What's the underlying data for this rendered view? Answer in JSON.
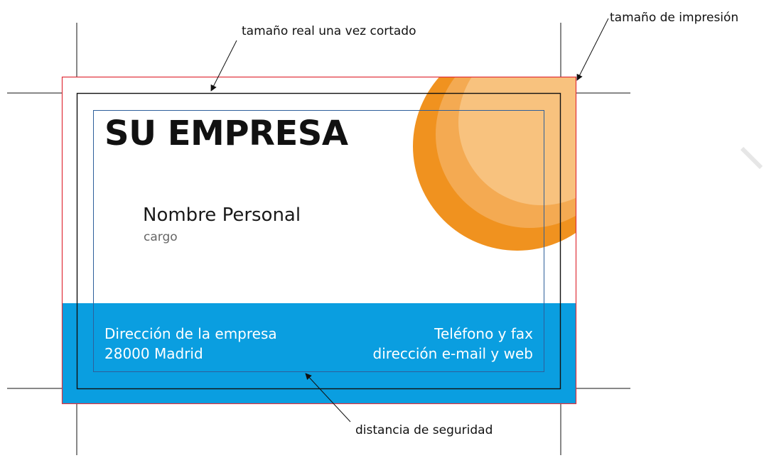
{
  "card": {
    "company": "SU EMPRESA",
    "person_name": "Nombre Personal",
    "person_role": "cargo",
    "address_line1": "Dirección de la empresa",
    "address_line2": "28000 Madrid",
    "contact_line1": "Teléfono y fax",
    "contact_line2": "dirección e-mail y web"
  },
  "annotations": {
    "trim_size": "tamaño real una vez cortado",
    "print_size": "tamaño de impresión",
    "safety_margin": "distancia de seguridad"
  },
  "colors": {
    "bleed_border": "#e0303a",
    "trim_border": "#111111",
    "safety_border": "#2e5f9a",
    "footer_band": "#0a9ee0",
    "orange_dark": "#f0921f",
    "orange_mid": "#f4aa52",
    "orange_light": "#f8c27e"
  }
}
